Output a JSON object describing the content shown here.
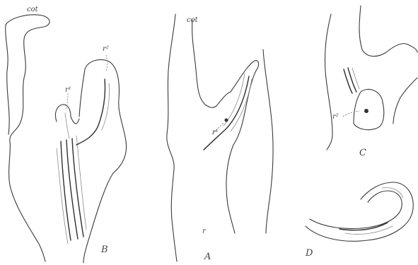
{
  "figure": {
    "labels": {
      "b_cot": "cot",
      "b_r2": "r²",
      "b_r1": "r¹",
      "a_cot": "cot",
      "a_r1": "r¹",
      "a_r": "r",
      "c_r2": "r²"
    },
    "panels": {
      "b": "B",
      "a": "A",
      "c": "C",
      "d": "D"
    }
  }
}
